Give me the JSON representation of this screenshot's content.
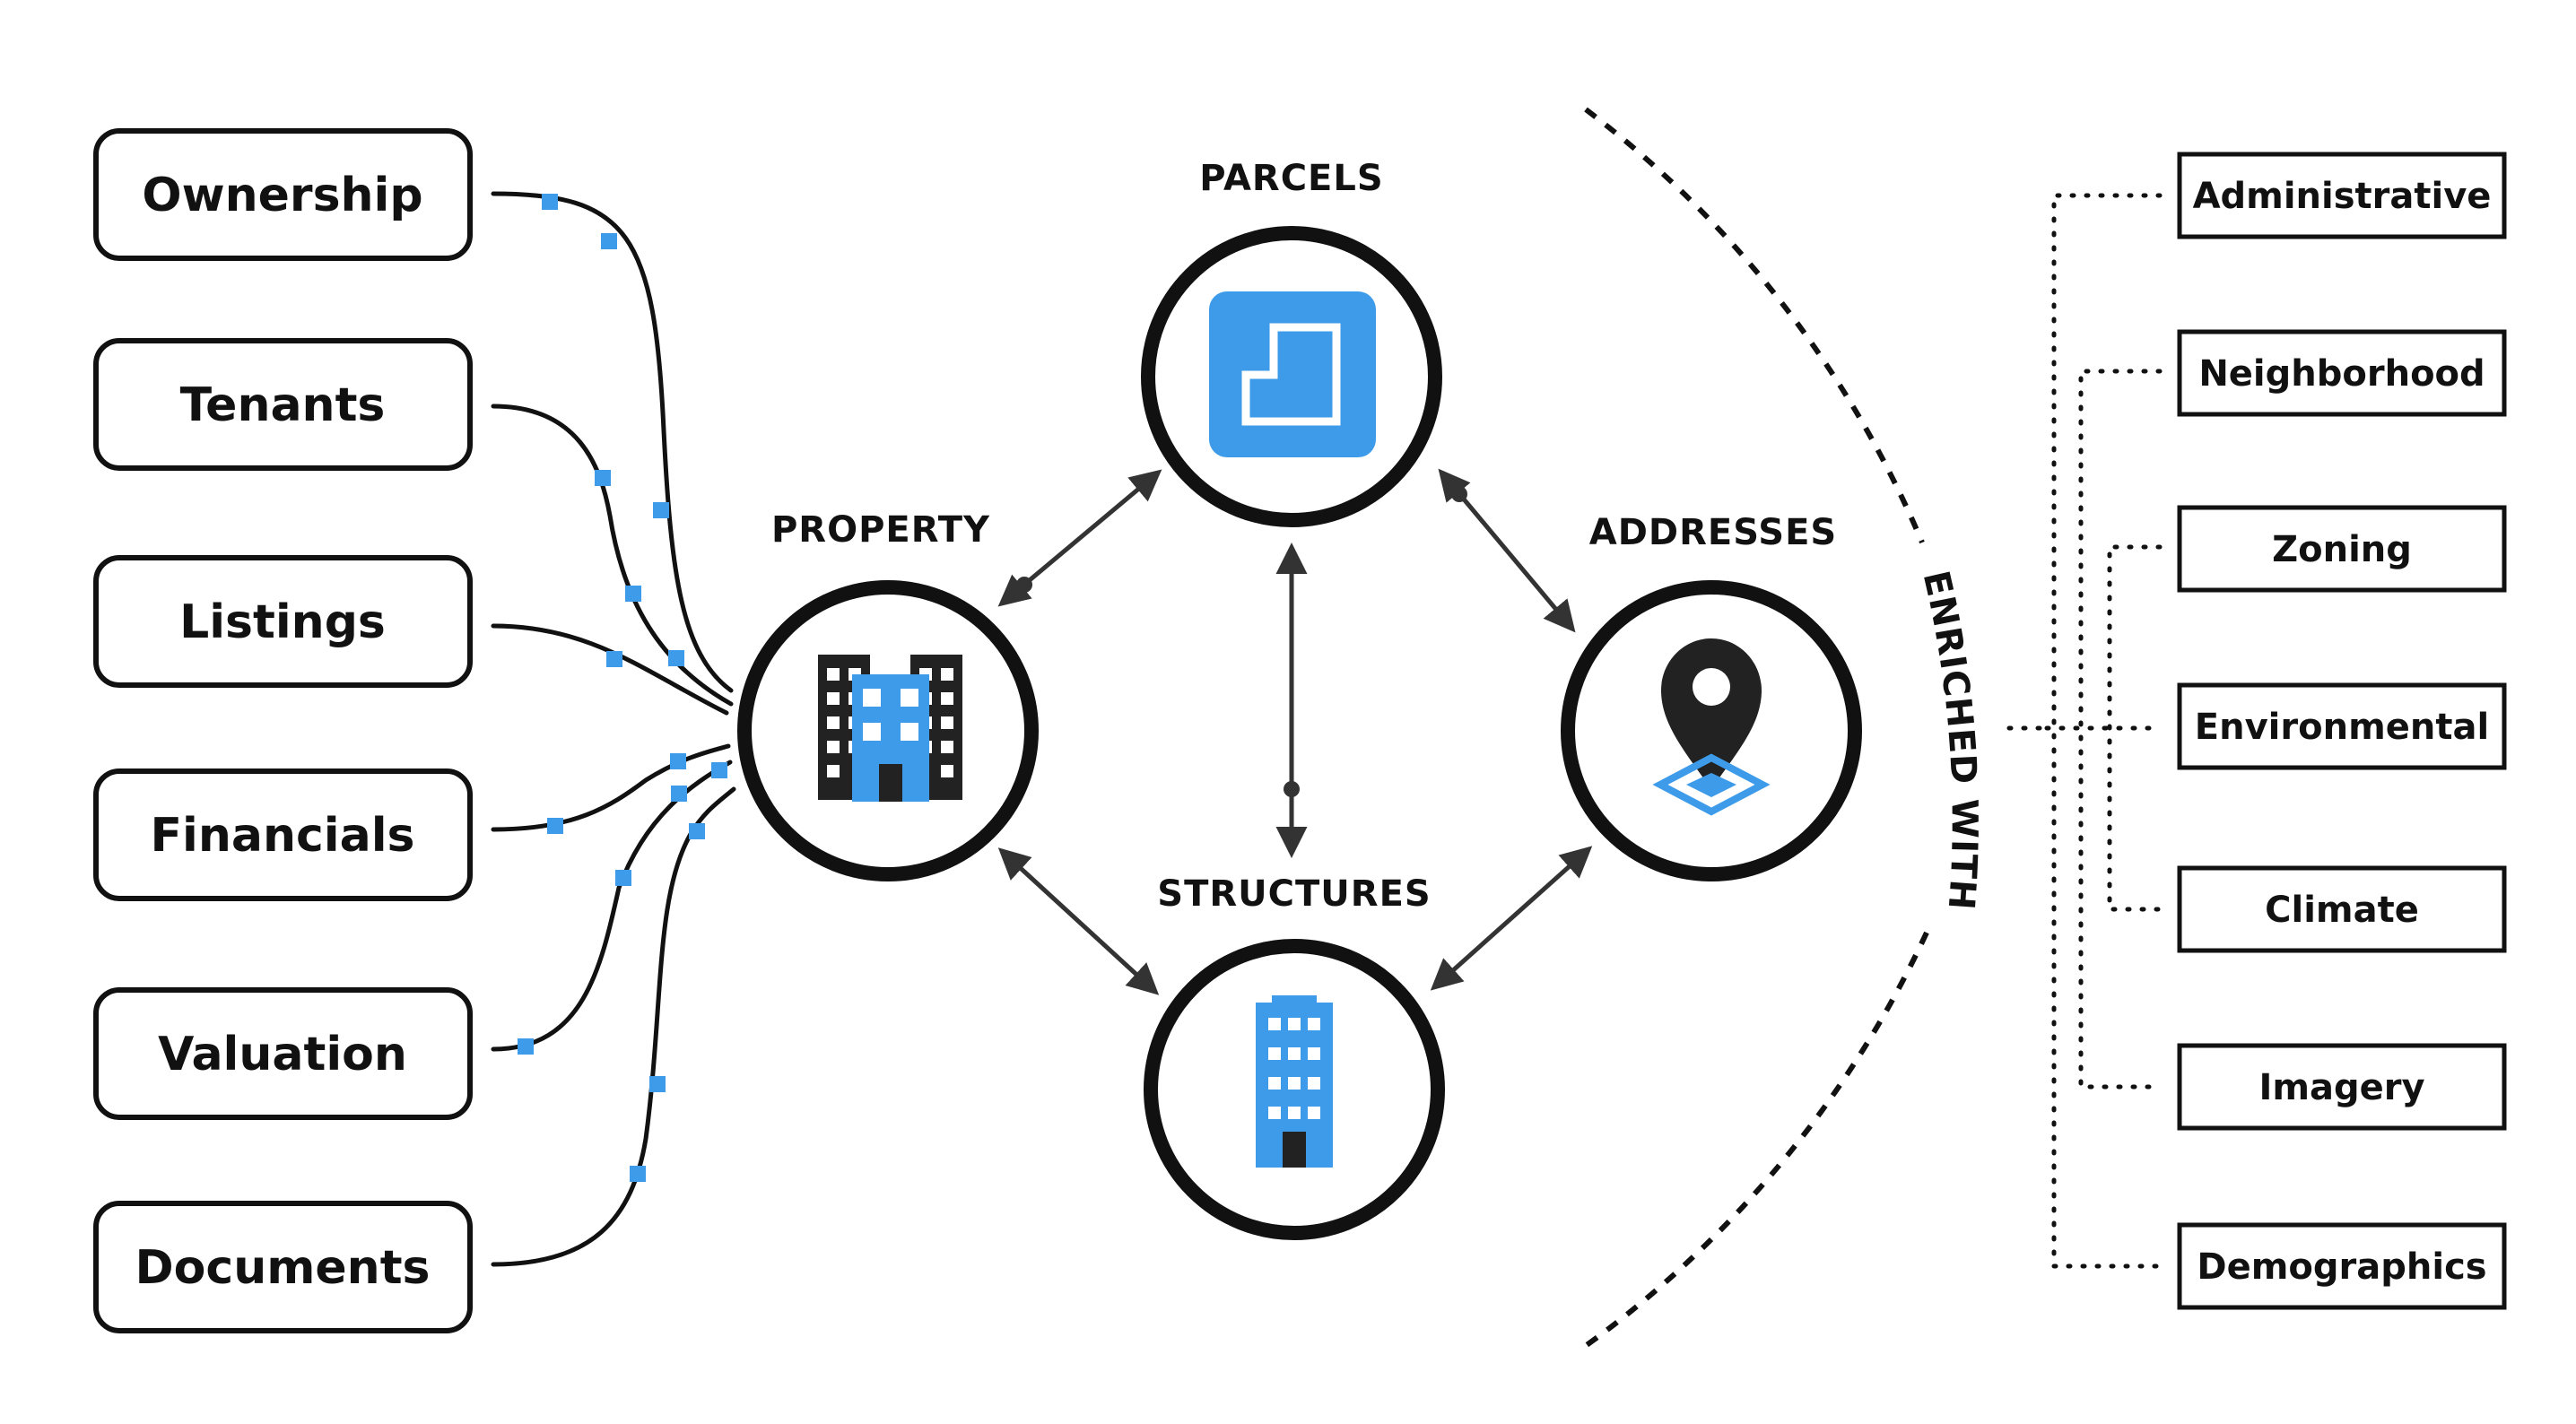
{
  "left_boxes": [
    {
      "id": "ownership",
      "label": "Ownership"
    },
    {
      "id": "tenants",
      "label": "Tenants"
    },
    {
      "id": "listings",
      "label": "Listings"
    },
    {
      "id": "financials",
      "label": "Financials"
    },
    {
      "id": "valuation",
      "label": "Valuation"
    },
    {
      "id": "documents",
      "label": "Documents"
    }
  ],
  "nodes": {
    "parcels": {
      "title": "PARCELS",
      "icon": "parcel-icon"
    },
    "property": {
      "title": "PROPERTY",
      "icon": "buildings-icon"
    },
    "addresses": {
      "title": "ADDRESSES",
      "icon": "map-pin-icon"
    },
    "structures": {
      "title": "STRUCTURES",
      "icon": "building-icon"
    }
  },
  "enriched_label": "ENRICHED WITH",
  "right_boxes": [
    {
      "id": "administrative",
      "label": "Administrative"
    },
    {
      "id": "neighborhood",
      "label": "Neighborhood"
    },
    {
      "id": "zoning",
      "label": "Zoning"
    },
    {
      "id": "environmental",
      "label": "Environmental"
    },
    {
      "id": "climate",
      "label": "Climate"
    },
    {
      "id": "imagery",
      "label": "Imagery"
    },
    {
      "id": "demographics",
      "label": "Demographics"
    }
  ],
  "colors": {
    "accent_blue": "#3d9be9",
    "ink": "#111111",
    "icon_dark": "#222222"
  }
}
